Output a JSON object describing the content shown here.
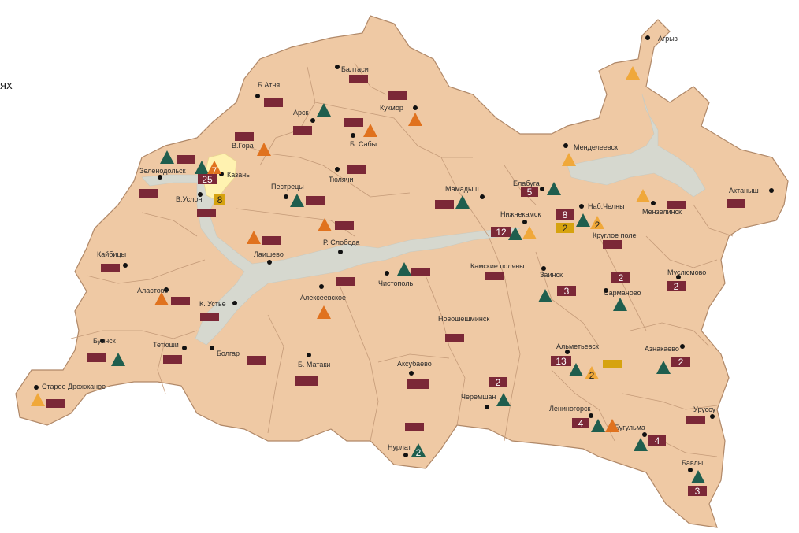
{
  "edge_text": "ях",
  "colors": {
    "land": "#efc9a4",
    "border": "#b08868",
    "water": "#d6d8cf",
    "city": "#fff2b0",
    "marker_maroon": "#7b2837",
    "marker_yellow": "#d6a30f",
    "tri_green": "#1f5e4e",
    "tri_orange": "#e0721e",
    "tri_amber": "#f0a83a"
  },
  "places": {
    "agryz": "Агрыз",
    "baltasi": "Балтаси",
    "batnya": "Б.Атня",
    "arsk": "Арск",
    "kukmor": "Кукмор",
    "vgora": "В.Гора",
    "bsaby": "Б. Сабы",
    "mendeleevsk": "Менделеевск",
    "zelenodolsk": "Зеленодольск",
    "kazan": "Казань",
    "tyulyachi": "Тюлячи",
    "pestrecy": "Пестрецы",
    "mamadysh": "Мамадыш",
    "elabuga": "Елабуга",
    "vuslon": "В.Услон",
    "nabchelny": "Наб.Челны",
    "menzelinsk": "Мензелинск",
    "aktanysh": "Актаныш",
    "nizhnekamsk": "Нижнекамск",
    "kruglopole": "Круглое поле",
    "rsloboda": "Р. Слобода",
    "laishevo": "Лаишево",
    "kaybicy": "Кайбицы",
    "kamskiepolyany": "Камские поляны",
    "zainsk": "Заинск",
    "muslyumovo": "Муслюмово",
    "chistopol": "Чистополь",
    "alastovo": "Аластово",
    "kuste": "К. Устье",
    "alekseevskoe": "Алексеевское",
    "sarmanovo": "Сарманово",
    "novosheshminsk": "Новошешминск",
    "buinsk": "Буинск",
    "tetyushi": "Тетюши",
    "bolgar": "Болгар",
    "almetevsk": "Альметьевск",
    "aznakaevo": "Азнакаево",
    "bmataki": "Б. Матаки",
    "aksubaevo": "Аксубаево",
    "starodrozhzhanoe": "Старое Дрожжаное",
    "cheremshan": "Черемшан",
    "leninogorsk": "Лениногорск",
    "urussu": "Уруссу",
    "bugulma": "Бугульма",
    "nurlat": "Нурлат",
    "bavly": "Бавлы"
  },
  "counts": {
    "kazan_a": "7",
    "kazan_b": "25",
    "vuslon": "8",
    "elabuga": "5",
    "nabchelny_a": "8",
    "nabchelny_b": "2",
    "nabchelny_c": "2",
    "nizhnekamsk": "12",
    "zainsk": "3",
    "sarmanovo": "2",
    "muslyumovo": "2",
    "almetevsk_a": "13",
    "almetevsk_b": "2",
    "aznakaevo": "2",
    "cheremshan": "2",
    "leninogorsk": "4",
    "bugulma": "4",
    "nurlat": "2",
    "bavly": "3"
  }
}
